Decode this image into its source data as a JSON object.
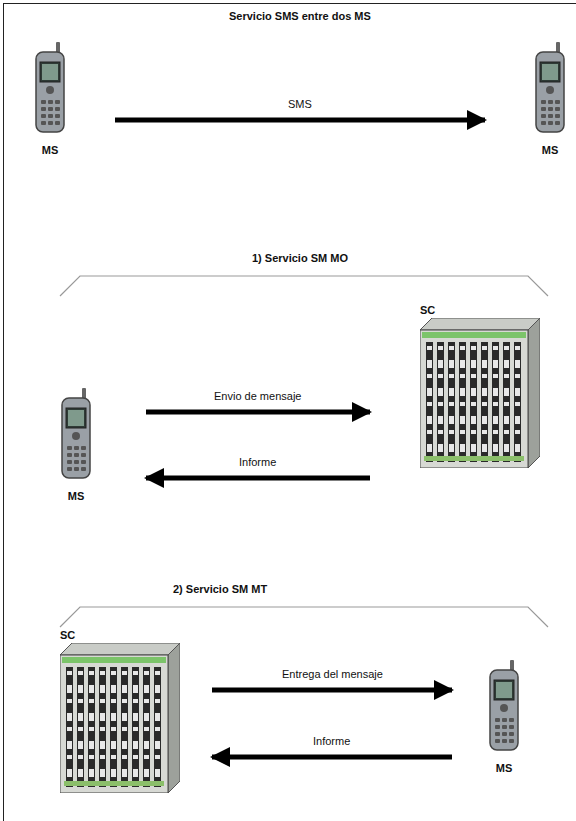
{
  "diagram": {
    "title": "Servicio SMS entre dos MS",
    "nodes": [
      {
        "text": [
          "MS"
        ]
      },
      {
        "text": [
          "MS"
        ]
      },
      {
        "text": [
          "MS"
        ]
      },
      {
        "text": [
          "SC"
        ]
      },
      {
        "text": [
          "SC"
        ]
      },
      {
        "text": [
          "MS"
        ]
      }
    ],
    "edges": [
      {
        "from": 0,
        "to": 1,
        "label": "SMS",
        "arrow": "to"
      },
      {
        "from": 2,
        "to": 3,
        "label": "Envio de mensaje",
        "arrow": "to"
      },
      {
        "from": 3,
        "to": 2,
        "label": "Informe",
        "arrow": "to"
      },
      {
        "from": 4,
        "to": 5,
        "label": "Entrega del mensaje",
        "arrow": "to"
      },
      {
        "from": 5,
        "to": 4,
        "label": "Informe",
        "arrow": "to"
      }
    ],
    "labels": [
      "1) Servicio SM MO",
      "2) Servicio SM MT"
    ]
  }
}
